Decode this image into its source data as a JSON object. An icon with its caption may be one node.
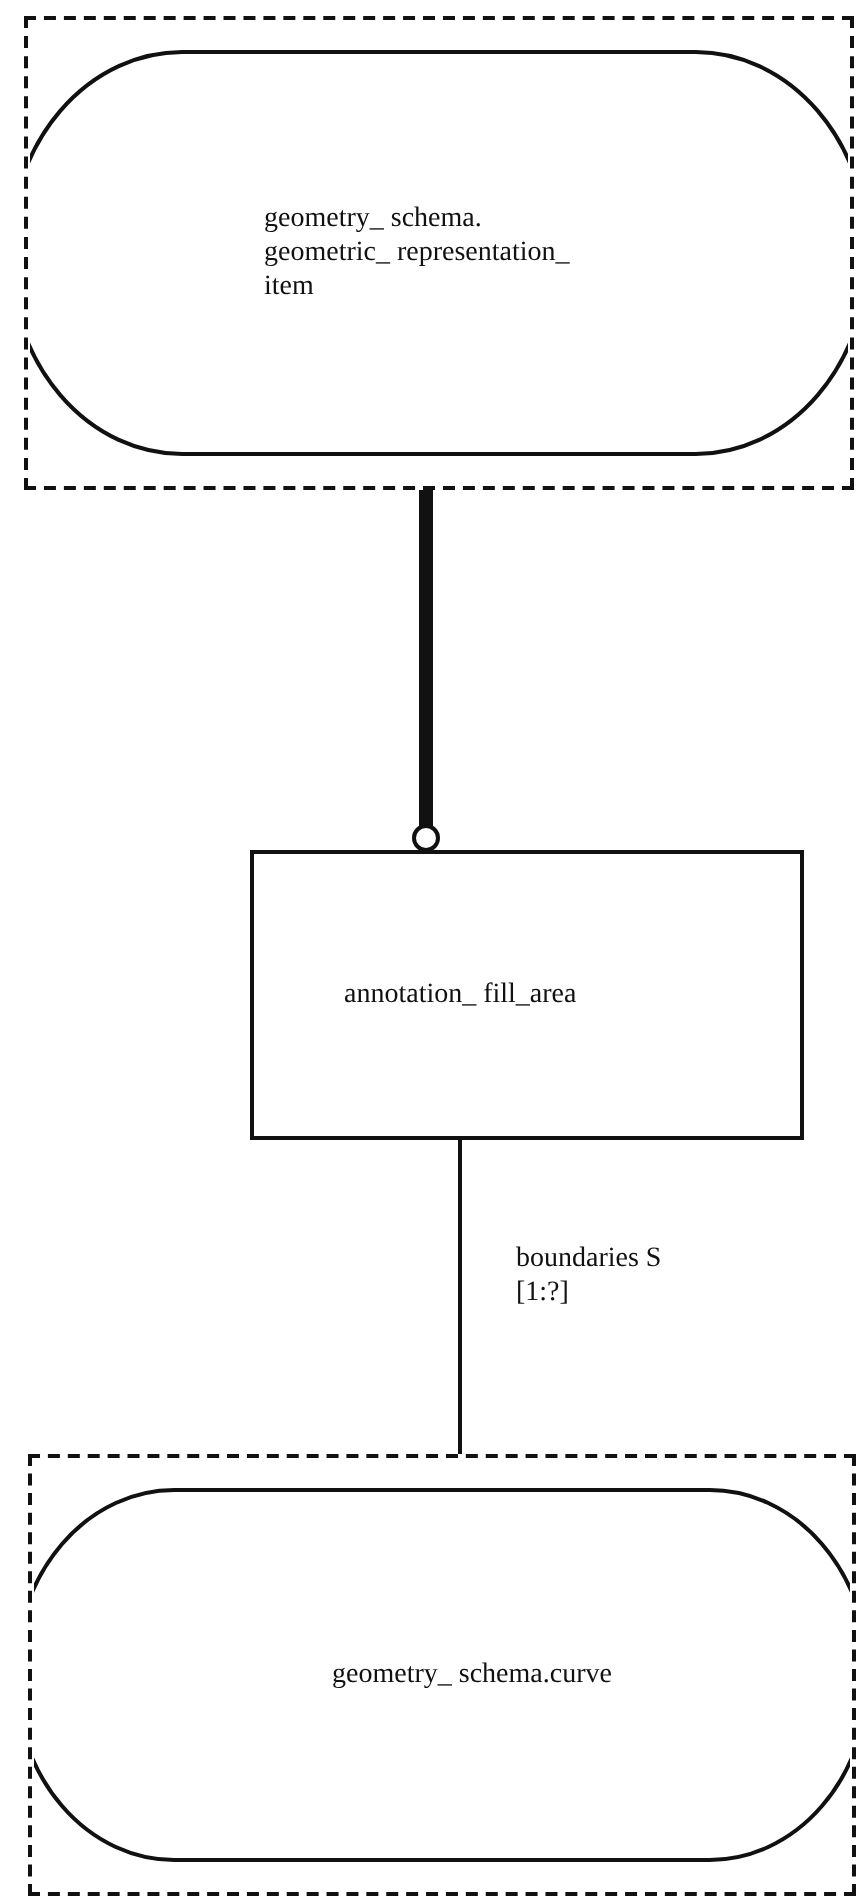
{
  "diagram": {
    "nodes": [
      {
        "text": [
          "geometry_ schema. geometric_ representation_ item"
        ]
      },
      {
        "text": [
          "annotation_ fill_area"
        ]
      },
      {
        "text": [
          "geometry_ schema.curve"
        ]
      }
    ],
    "edges": [
      {
        "from": 0,
        "to": 1,
        "arrow": "other",
        "style": "thick"
      },
      {
        "from": 1,
        "to": 2,
        "arrow": "none",
        "label": "boundaries S [1:?]"
      }
    ]
  }
}
